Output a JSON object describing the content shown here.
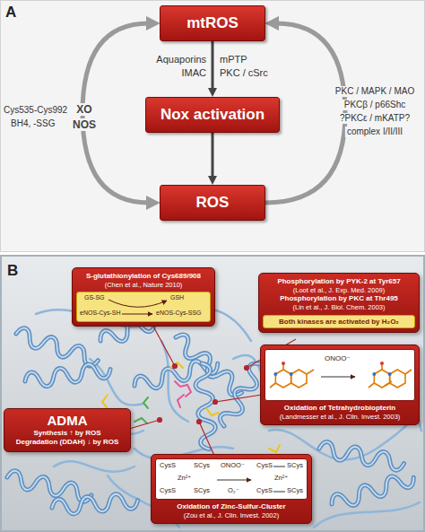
{
  "diagram": {
    "nodes": [
      {
        "text": [
          "mtROS"
        ]
      },
      {
        "text": [
          "Nox activation"
        ]
      },
      {
        "text": [
          "ROS"
        ]
      },
      {
        "text": [
          "S-glutathionylation of Cys689/908",
          "(Chen et al., Nature 2010)"
        ]
      },
      {
        "text": [
          "GS-SG",
          "GSH",
          "eNOS-Cys-SH",
          "eNOS-Cys-SSG"
        ],
        "in": 3
      },
      {
        "text": [
          "Phosphorylation by PYK-2 at Tyr657",
          "(Loot et al., J. Exp. Med. 2009)",
          "Phosphorylation by PKC at Thr495",
          "(Lin et al., J. Biol. Chem. 2003)"
        ]
      },
      {
        "text": [
          "Both kinases are activated by H₂O₂"
        ],
        "in": 5
      },
      {
        "text": [
          "Oxidation of Tetrahydrobiopterin",
          "(Landmesser et al., J. Clin. Invest. 2003)"
        ]
      },
      {
        "text": [
          "ONOO⁻"
        ],
        "in": 7
      },
      {
        "text": [
          "ADMA",
          "Synthesis ↑ by ROS",
          "Degradation (DDAH) ↓ by ROS"
        ]
      },
      {
        "text": [
          "Oxidation of Zinc-Sulfur-Cluster",
          "(Zou et al., J. Clin. Invest. 2002)"
        ]
      },
      {
        "text": [
          "ONOO⁻",
          "O₂⁻",
          "CysS",
          "SCys",
          "Zn²⁺",
          "CysS",
          "SCys",
          "CysS",
          "SCys",
          "Zn²⁺",
          "CysS",
          "SCys"
        ],
        "in": 10
      }
    ],
    "edges": [
      {
        "from": 0,
        "to": 1,
        "arrow": "to"
      },
      {
        "from": 1,
        "to": 2,
        "arrow": "to"
      },
      {
        "from": 0,
        "to": 2,
        "arrow": "both"
      },
      {
        "from": 2,
        "to": 0,
        "arrow": "to"
      }
    ],
    "labels": [
      "A",
      "Aquaporins",
      "IMAC",
      "mPTP",
      "PKC / cSrc",
      "Cys535-Cys992",
      "BH4, -SSG",
      "XO",
      "NOS",
      "PKC / MAPK / MAO",
      "PKCβ / p66Shc",
      "?PKCε / mKATP?",
      "complex I/II/III",
      "B"
    ]
  }
}
